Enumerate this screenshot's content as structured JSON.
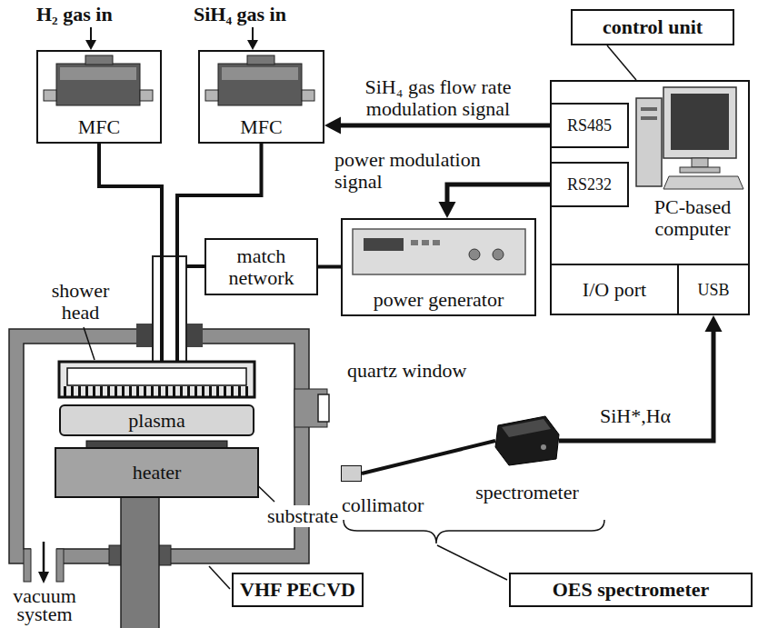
{
  "diagram": {
    "nodes": [
      {
        "text": [
          "MFC"
        ]
      },
      {
        "text": [
          "MFC"
        ]
      },
      {
        "text": [
          "control unit"
        ]
      },
      {
        "text": [
          "PC-based computer"
        ]
      },
      {
        "text": [
          "RS485"
        ],
        "in": 3
      },
      {
        "text": [
          "RS232"
        ],
        "in": 3
      },
      {
        "text": [
          "I/O port"
        ],
        "in": 3
      },
      {
        "text": [
          "USB"
        ],
        "in": 3
      },
      {
        "text": [
          "match network"
        ]
      },
      {
        "text": [
          "power generator"
        ]
      },
      {
        "text": [
          "plasma"
        ]
      },
      {
        "text": [
          "heater"
        ]
      },
      {
        "text": [
          "collimator"
        ]
      },
      {
        "text": [
          "spectrometer"
        ]
      },
      {
        "text": [
          "VHF PECVD"
        ]
      },
      {
        "text": [
          "OES spectrometer"
        ]
      }
    ],
    "edges": [
      {
        "from": 2,
        "to": 3,
        "arrow": "none"
      },
      {
        "from": 4,
        "to": 1,
        "label": "SiH₄ gas flow rate modulation signal",
        "arrow": "to"
      },
      {
        "from": 5,
        "to": 9,
        "label": "power modulation signal",
        "arrow": "to"
      },
      {
        "from": 9,
        "to": 8,
        "arrow": "none"
      },
      {
        "from": 12,
        "to": 13,
        "arrow": "none"
      },
      {
        "from": 13,
        "to": 7,
        "label": "SiH*,Hα",
        "arrow": "to"
      }
    ],
    "labels": [
      "H₂ gas in",
      "SiH₄ gas in",
      "shower head",
      "quartz window",
      "substrate",
      "vacuum system"
    ]
  }
}
